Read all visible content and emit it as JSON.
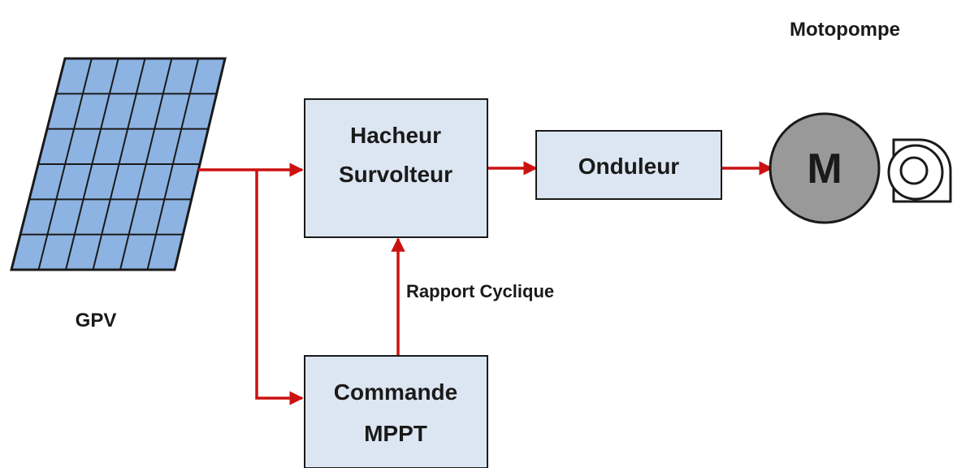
{
  "labels": {
    "gpv": "GPV",
    "hacheur_line1": "Hacheur",
    "hacheur_line2": "Survolteur",
    "onduleur": "Onduleur",
    "commande_line1": "Commande",
    "commande_line2": "MPPT",
    "rapport": "Rapport Cyclique",
    "motopompe": "Motopompe",
    "motor_letter": "M"
  },
  "colors": {
    "arrow": "#cc1111",
    "box_fill": "#dce6f2",
    "panel_cell": "#8db3e2",
    "motor_fill": "#999999"
  },
  "icons": [
    "solar-panel-icon",
    "motor-icon",
    "pump-icon"
  ]
}
